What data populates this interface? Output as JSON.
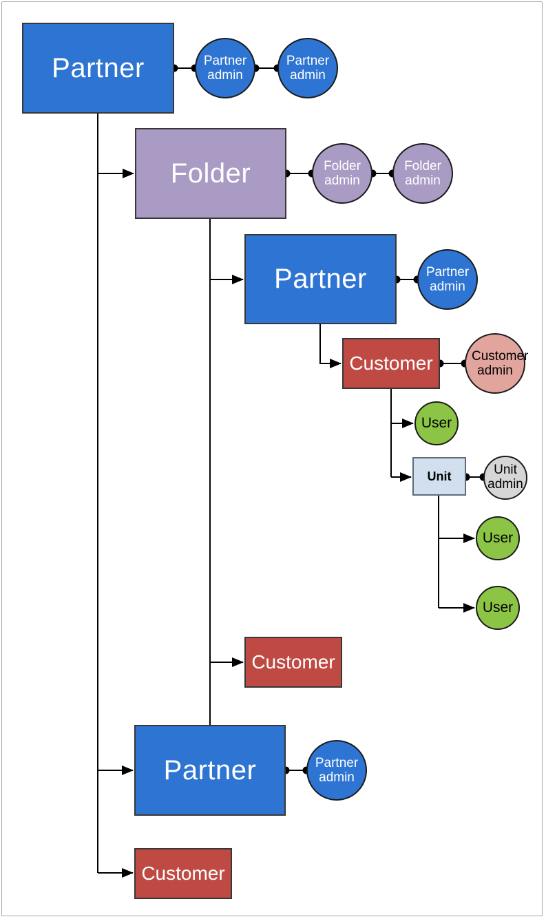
{
  "frame": {
    "background": "#ffffff",
    "border_color": "#a6a6a6"
  },
  "palette": {
    "partner_fill": "#2E74D2",
    "folder_fill": "#A99BC4",
    "customer_fill": "#BE4A43",
    "customer_admin_fill": "#E2A59D",
    "user_fill": "#8CC545",
    "unit_fill": "#D2DFEF",
    "unit_admin_fill": "#D6D6D6",
    "box_text_light": "#ffffff",
    "node_text_dark": "#000000",
    "line_color": "#000000",
    "box_border": "#373737"
  },
  "nodes": {
    "partner1": {
      "label": "Partner",
      "type": "partner-box"
    },
    "partner_admin_1a": {
      "label": "Partner admin",
      "type": "admin-circle"
    },
    "partner_admin_1b": {
      "label": "Partner admin",
      "type": "admin-circle"
    },
    "folder1": {
      "label": "Folder",
      "type": "folder-box"
    },
    "folder_admin_1a": {
      "label": "Folder admin",
      "type": "admin-circle"
    },
    "folder_admin_1b": {
      "label": "Folder admin",
      "type": "admin-circle"
    },
    "partner2": {
      "label": "Partner",
      "type": "partner-box"
    },
    "partner_admin_2": {
      "label": "Partner admin",
      "type": "admin-circle"
    },
    "customer1": {
      "label": "Customer",
      "type": "customer-box"
    },
    "customer_admin_1": {
      "label": "Customer admin",
      "type": "admin-circle"
    },
    "user1": {
      "label": "User",
      "type": "user-circle"
    },
    "unit1": {
      "label": "Unit",
      "type": "unit-box"
    },
    "unit_admin_1": {
      "label": "Unit admin",
      "type": "admin-circle"
    },
    "user2": {
      "label": "User",
      "type": "user-circle"
    },
    "user3": {
      "label": "User",
      "type": "user-circle"
    },
    "customer2": {
      "label": "Customer",
      "type": "customer-box"
    },
    "partner3": {
      "label": "Partner",
      "type": "partner-box"
    },
    "partner_admin_3": {
      "label": "Partner admin",
      "type": "admin-circle"
    },
    "customer3": {
      "label": "Customer",
      "type": "customer-box"
    }
  },
  "edges": [
    {
      "from": "partner1",
      "to": "folder1",
      "style": "arrow"
    },
    {
      "from": "partner1",
      "to": "partner3",
      "style": "arrow"
    },
    {
      "from": "partner1",
      "to": "customer3",
      "style": "arrow"
    },
    {
      "from": "folder1",
      "to": "partner2",
      "style": "arrow"
    },
    {
      "from": "folder1",
      "to": "customer2",
      "style": "arrow"
    },
    {
      "from": "folder1",
      "to": "partner3",
      "style": "line"
    },
    {
      "from": "partner2",
      "to": "customer1",
      "style": "arrow"
    },
    {
      "from": "customer1",
      "to": "user1",
      "style": "arrow"
    },
    {
      "from": "customer1",
      "to": "unit1",
      "style": "arrow"
    },
    {
      "from": "unit1",
      "to": "user2",
      "style": "arrow"
    },
    {
      "from": "unit1",
      "to": "user3",
      "style": "arrow"
    },
    {
      "from": "partner1",
      "to": "partner_admin_1a",
      "style": "dot-link"
    },
    {
      "from": "partner_admin_1a",
      "to": "partner_admin_1b",
      "style": "dot-link"
    },
    {
      "from": "folder1",
      "to": "folder_admin_1a",
      "style": "dot-link"
    },
    {
      "from": "folder_admin_1a",
      "to": "folder_admin_1b",
      "style": "dot-link"
    },
    {
      "from": "partner2",
      "to": "partner_admin_2",
      "style": "dot-link"
    },
    {
      "from": "customer1",
      "to": "customer_admin_1",
      "style": "dot-link"
    },
    {
      "from": "unit1",
      "to": "unit_admin_1",
      "style": "dot-link"
    },
    {
      "from": "partner3",
      "to": "partner_admin_3",
      "style": "dot-link"
    }
  ]
}
